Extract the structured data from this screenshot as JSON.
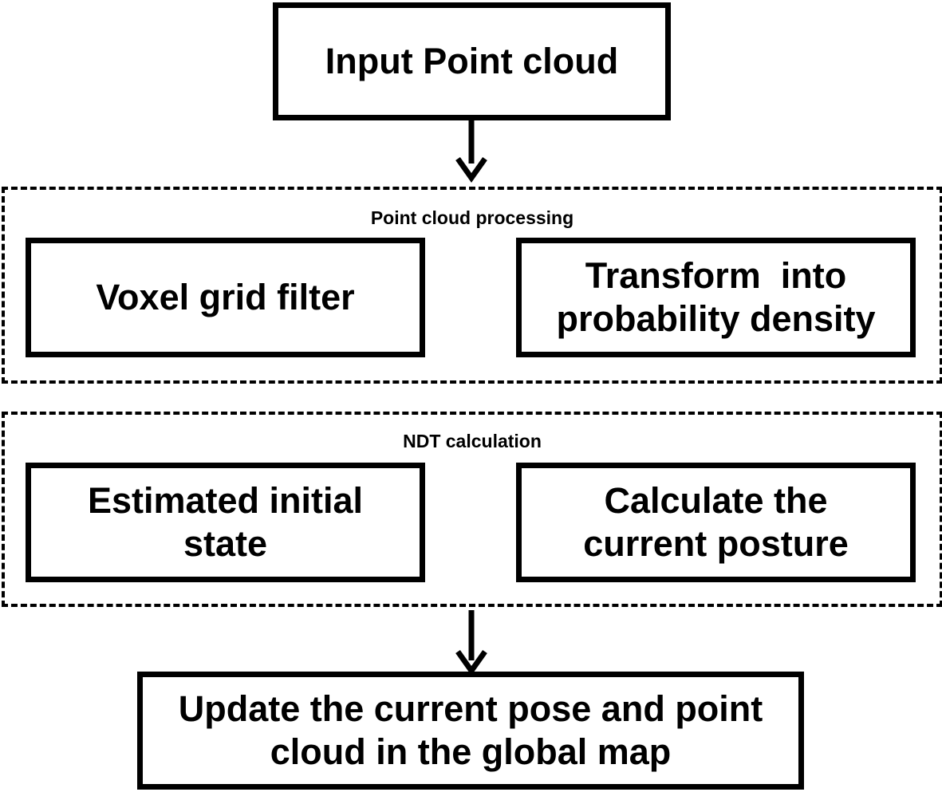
{
  "nodes": {
    "input": {
      "label": "Input Point cloud"
    },
    "voxel": {
      "label": "Voxel grid filter"
    },
    "transform": {
      "label": "Transform  into\nprobability density"
    },
    "estimate": {
      "label": "Estimated initial\nstate"
    },
    "posture": {
      "label": "Calculate the\ncurrent posture"
    },
    "update": {
      "label": "Update the current pose and point\ncloud in the global map"
    }
  },
  "groups": {
    "pcp": {
      "label": "Point cloud processing"
    },
    "ndt": {
      "label": "NDT calculation"
    }
  },
  "edges": [
    {
      "from": "input",
      "to": "group-pcp"
    },
    {
      "from": "group-ndt",
      "to": "update"
    }
  ]
}
